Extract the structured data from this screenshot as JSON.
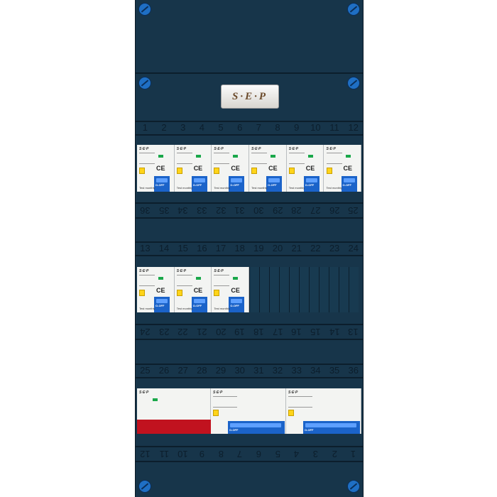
{
  "brand": {
    "logo_text": "S·E·P"
  },
  "rows": {
    "r1_top": [
      "1",
      "2",
      "3",
      "4",
      "5",
      "6",
      "7",
      "8",
      "9",
      "10",
      "11",
      "12"
    ],
    "r1_bottom": [
      "36",
      "35",
      "34",
      "33",
      "32",
      "31",
      "30",
      "29",
      "28",
      "27",
      "26",
      "25"
    ],
    "r2_top": [
      "13",
      "14",
      "15",
      "16",
      "17",
      "18",
      "19",
      "20",
      "21",
      "22",
      "23",
      "24"
    ],
    "r2_bottom": [
      "24",
      "23",
      "22",
      "21",
      "20",
      "19",
      "18",
      "17",
      "16",
      "15",
      "14",
      "13"
    ],
    "r3_top": [
      "25",
      "26",
      "27",
      "28",
      "29",
      "30",
      "31",
      "32",
      "33",
      "34",
      "35",
      "36"
    ],
    "r3_bottom": [
      "12",
      "11",
      "10",
      "9",
      "8",
      "7",
      "6",
      "5",
      "4",
      "3",
      "2",
      "1"
    ]
  },
  "module_labels": {
    "brand": "S·E·P",
    "switch_state": "O-OFF",
    "test": "Test  monthly"
  },
  "colors": {
    "panel": "#17354a",
    "screw": "#1f6fc4",
    "handle_blue": "#1b63c9",
    "handle_red": "#c1121f",
    "test_button": "#ffd41a"
  }
}
